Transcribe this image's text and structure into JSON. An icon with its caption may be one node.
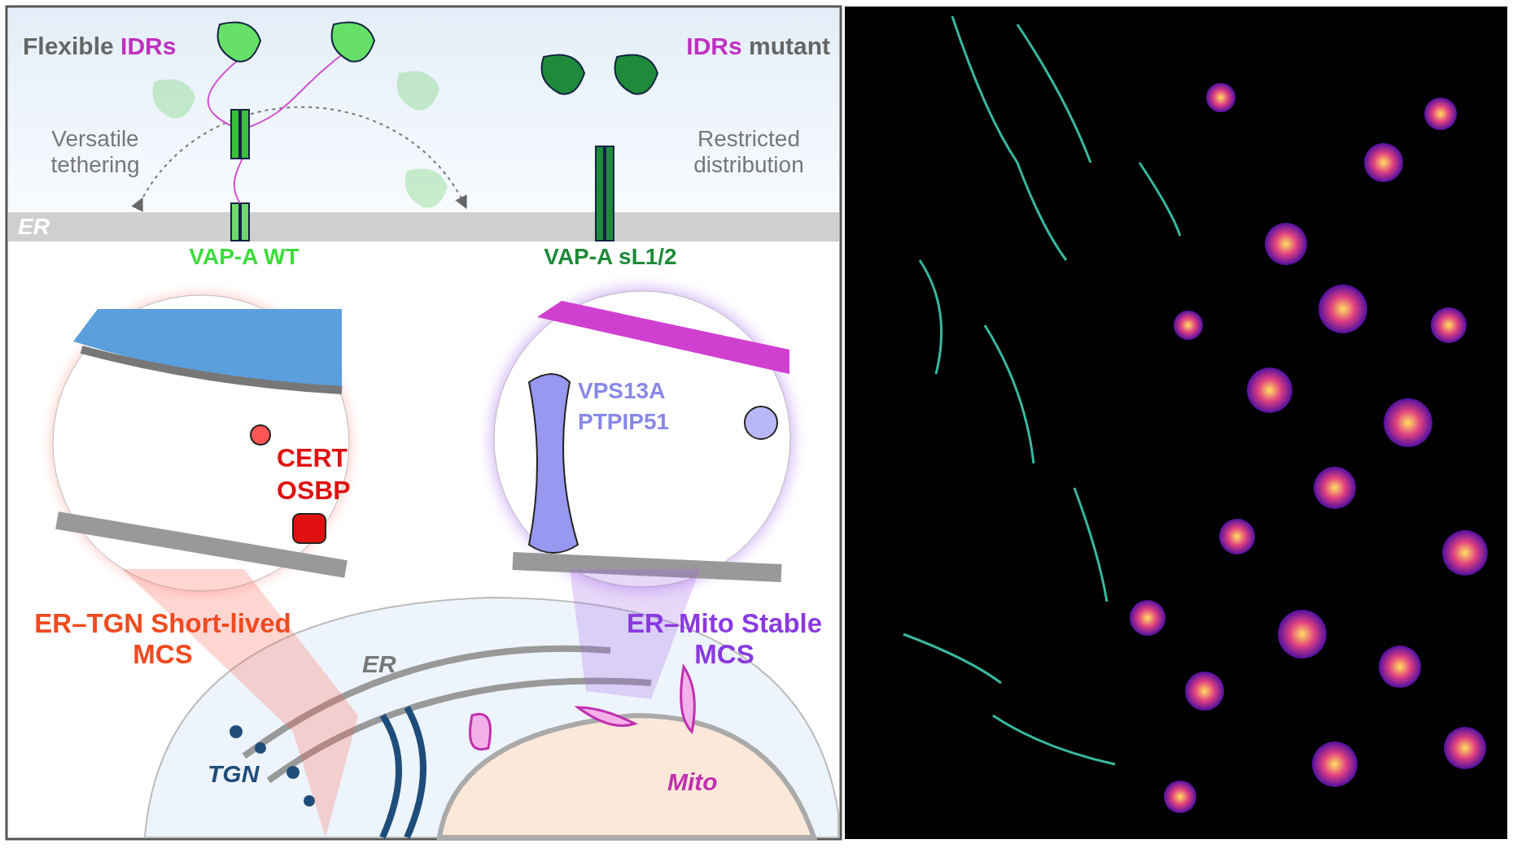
{
  "diagram": {
    "labels": [
      "Flexible IDRs",
      "IDRs mutant",
      "Versatile tethering",
      "Restricted distribution",
      "ER",
      "VAP-A WT",
      "VAP-A sL1/2",
      "CERT",
      "OSBP",
      "VPS13A",
      "PTPIP51",
      "ER–TGN Short-lived MCS",
      "ER–Mito Stable MCS",
      "ER",
      "TGN",
      "Mito"
    ]
  }
}
